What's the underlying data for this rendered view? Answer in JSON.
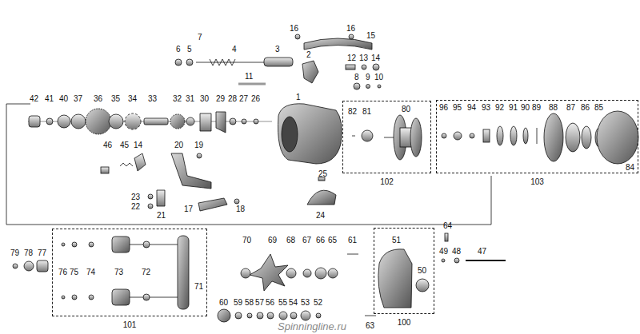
{
  "diagram": {
    "nodes": [
      {
        "text": [
          "102"
        ]
      },
      {
        "text": [
          "103"
        ]
      },
      {
        "text": [
          "101"
        ]
      },
      {
        "text": [
          "100"
        ]
      }
    ],
    "labels": [
      "15",
      "16",
      "16",
      "7",
      "6",
      "5",
      "4",
      "3",
      "2",
      "12",
      "13",
      "14",
      "11",
      "8",
      "9",
      "10",
      "1",
      "42",
      "41",
      "40",
      "37",
      "36",
      "35",
      "34",
      "33",
      "32",
      "31",
      "30",
      "29",
      "28",
      "27",
      "26",
      "82",
      "81",
      "80",
      "96",
      "95",
      "94",
      "93",
      "92",
      "91",
      "90",
      "89",
      "88",
      "87",
      "86",
      "85",
      "46",
      "45",
      "14",
      "20",
      "19",
      "84",
      "25",
      "23",
      "22",
      "17",
      "18",
      "21",
      "24",
      "64",
      "70",
      "69",
      "68",
      "67",
      "66",
      "65",
      "61",
      "51",
      "49",
      "48",
      "47",
      "79",
      "78",
      "77",
      "76",
      "75",
      "74",
      "73",
      "72",
      "50",
      "71",
      "60",
      "59",
      "58",
      "57",
      "56",
      "55",
      "54",
      "53",
      "52",
      "63",
      "Spinningline.ru"
    ]
  }
}
